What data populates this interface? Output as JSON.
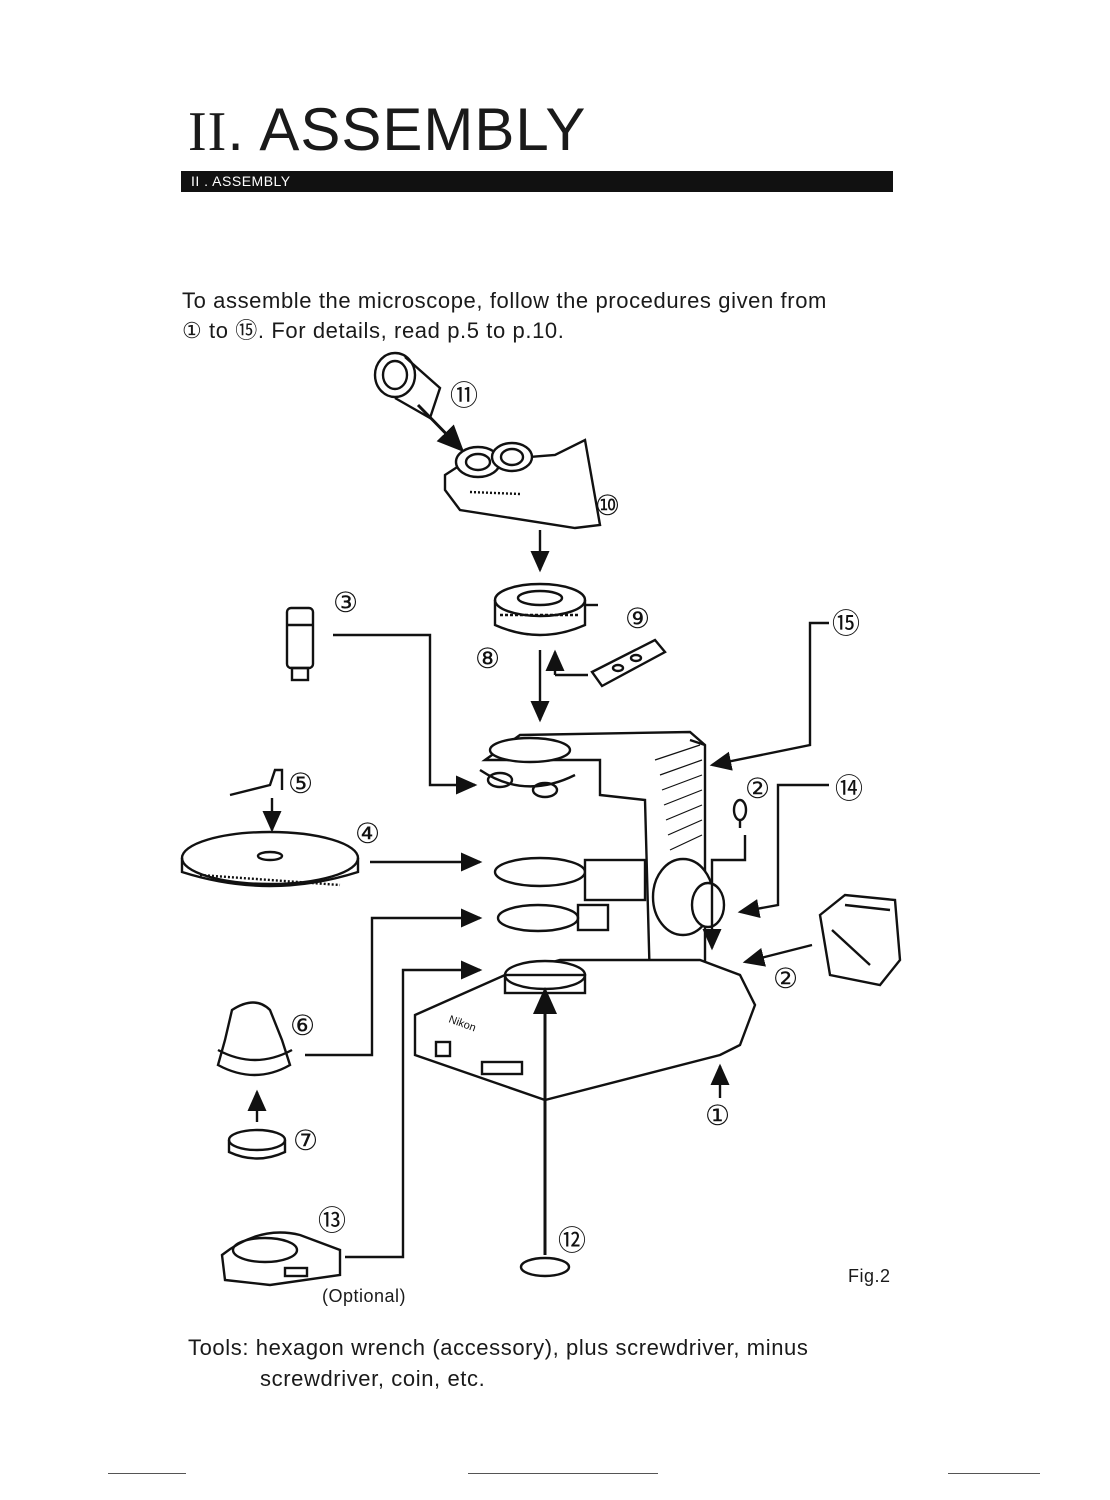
{
  "heading": {
    "roman": "II",
    "text": ". ASSEMBLY"
  },
  "section_bar": {
    "label": "II . ASSEMBLY"
  },
  "intro": {
    "line1": "To assemble the microscope, follow the procedures given from",
    "line2": "① to ⑮. For details, read p.5 to p.10."
  },
  "callouts": [
    "①",
    "②",
    "②",
    "③",
    "④",
    "⑤",
    "⑥",
    "⑦",
    "⑧",
    "⑨",
    "⑩",
    "⑪",
    "⑫",
    "⑬",
    "⑭",
    "⑮"
  ],
  "figure": {
    "caption": "Fig.2",
    "optional_note": "(Optional)",
    "brand_mark": "Nikon"
  },
  "tools": {
    "line1": "Tools: hexagon wrench (accessory), plus screwdriver, minus",
    "line2": "screwdriver, coin, etc."
  }
}
